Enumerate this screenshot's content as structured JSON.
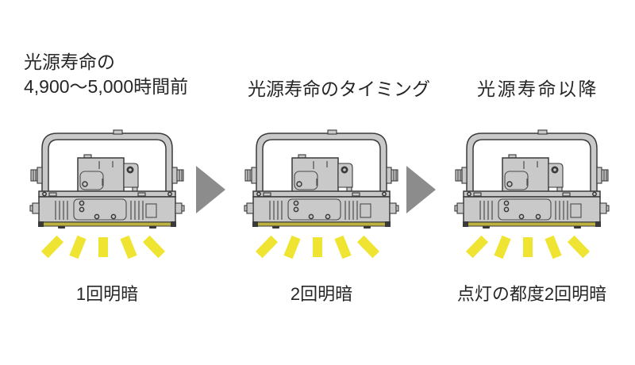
{
  "colors": {
    "bg": "#ffffff",
    "text": "#262626",
    "body_gray": "#c9c9c9",
    "outline_dark": "#3a3a3a",
    "line_mid": "#4c4c4c",
    "arrow_gray": "#8c8c8c",
    "ray_yellow": "#f0e433",
    "strip_olive": "#beb23e"
  },
  "stages": [
    {
      "header_line1": "光源寿命の",
      "header_line2": "4,900〜5,000時間前",
      "caption": "1回明暗"
    },
    {
      "header": "光源寿命のタイミング",
      "caption": "2回明暗"
    },
    {
      "header": "光源寿命以降",
      "caption": "点灯の都度2回明暗"
    }
  ]
}
